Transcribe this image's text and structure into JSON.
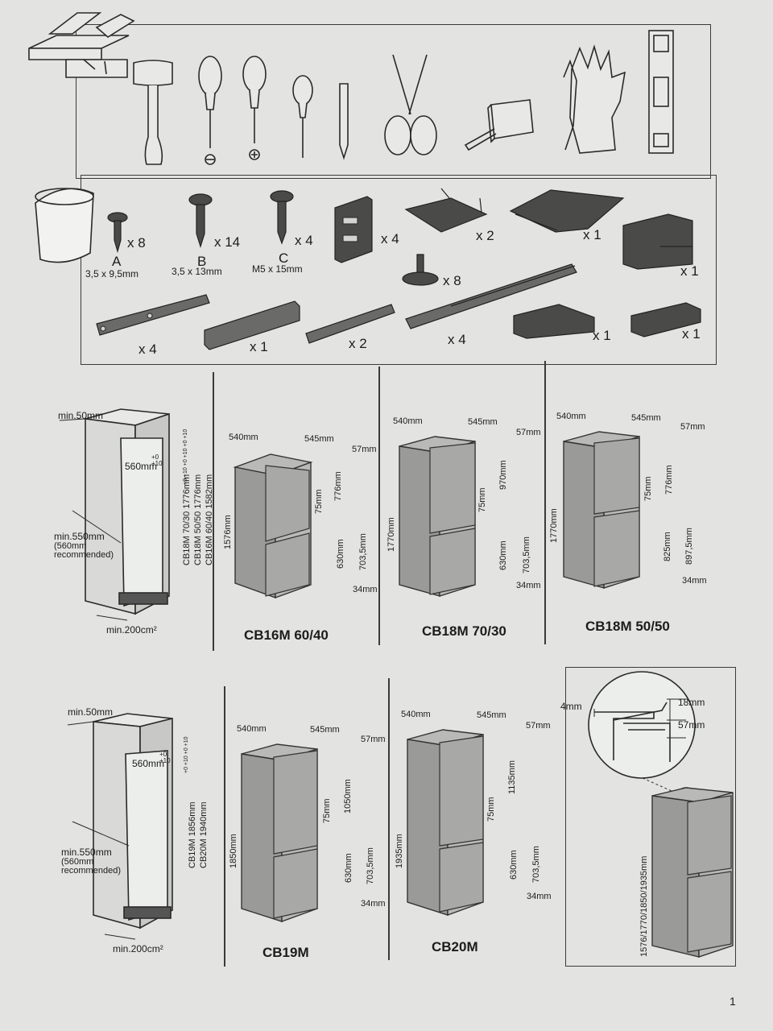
{
  "parts": {
    "screw_a": {
      "qty": "x 8",
      "letter": "A",
      "size": "3,5 x 9,5mm"
    },
    "screw_b": {
      "qty": "x 14",
      "letter": "B",
      "size": "3,5 x 13mm"
    },
    "screw_c": {
      "qty": "x 4",
      "letter": "C",
      "size": "M5 x 15mm"
    },
    "bracket_qty": "x 4",
    "hinge_cover_qty": "x 2",
    "comb_qty": "x 1",
    "block_right_qty": "x 1",
    "plug_qty": "x 8",
    "rail_qty": "x 4",
    "lbracket_qty": "x 1",
    "slide_qty": "x 2",
    "long_slide_qty": "x 4",
    "block2_qty": "x 1",
    "block3_qty": "x 1"
  },
  "niche_top": {
    "min_top": "min.50mm",
    "width": "560mm",
    "tol": "+0\n+10",
    "tols": "+0 +10 +0 +10 +0 +10",
    "heights": [
      "CB18M 70/30 1776mm",
      "CB18M 50/50 1776mm",
      "CB16M 60/40 1582mm"
    ],
    "depth": "min.550mm",
    "depth_rec_1": "(560mm",
    "depth_rec_2": "recommended)",
    "vent": "min.200cm²"
  },
  "models_top": [
    {
      "name": "CB16M 60/40",
      "w": "540mm",
      "d": "545mm",
      "top": "57mm",
      "h": "1576mm",
      "u": "776mm",
      "gap": "75mm",
      "l": "630mm",
      "l2": "703,5mm",
      "bot": "34mm"
    },
    {
      "name": "CB18M 70/30",
      "w": "540mm",
      "d": "545mm",
      "top": "57mm",
      "h": "1770mm",
      "u": "970mm",
      "gap": "75mm",
      "l": "630mm",
      "l2": "703,5mm",
      "bot": "34mm"
    },
    {
      "name": "CB18M 50/50",
      "w": "540mm",
      "d": "545mm",
      "top": "57mm",
      "h": "1770mm",
      "u": "776mm",
      "gap": "75mm",
      "l": "825mm",
      "l2": "897,5mm",
      "bot": "34mm"
    }
  ],
  "niche_bottom": {
    "min_top": "min.50mm",
    "width": "560mm",
    "tol": "+0\n+10",
    "tols": "+0 +10 +0 +10",
    "heights": [
      "CB19M 1856mm",
      "CB20M 1940mm"
    ],
    "depth": "min.550mm",
    "depth_rec_1": "(560mm",
    "depth_rec_2": "recommended)",
    "vent": "min.200cm²"
  },
  "models_bottom": [
    {
      "name": "CB19M",
      "w": "540mm",
      "d": "545mm",
      "top": "57mm",
      "h": "1850mm",
      "u": "1050mm",
      "gap": "75mm",
      "l": "630mm",
      "l2": "703,5mm",
      "bot": "34mm"
    },
    {
      "name": "CB20M",
      "w": "540mm",
      "d": "545mm",
      "top": "57mm",
      "h": "1935mm",
      "u": "1135mm",
      "gap": "75mm",
      "l": "630mm",
      "l2": "703,5mm",
      "bot": "34mm"
    }
  ],
  "detail": {
    "gap": "4mm",
    "a": "18mm",
    "b": "57mm",
    "h": "1576/1770/1850/1935mm"
  },
  "page_number": "1"
}
